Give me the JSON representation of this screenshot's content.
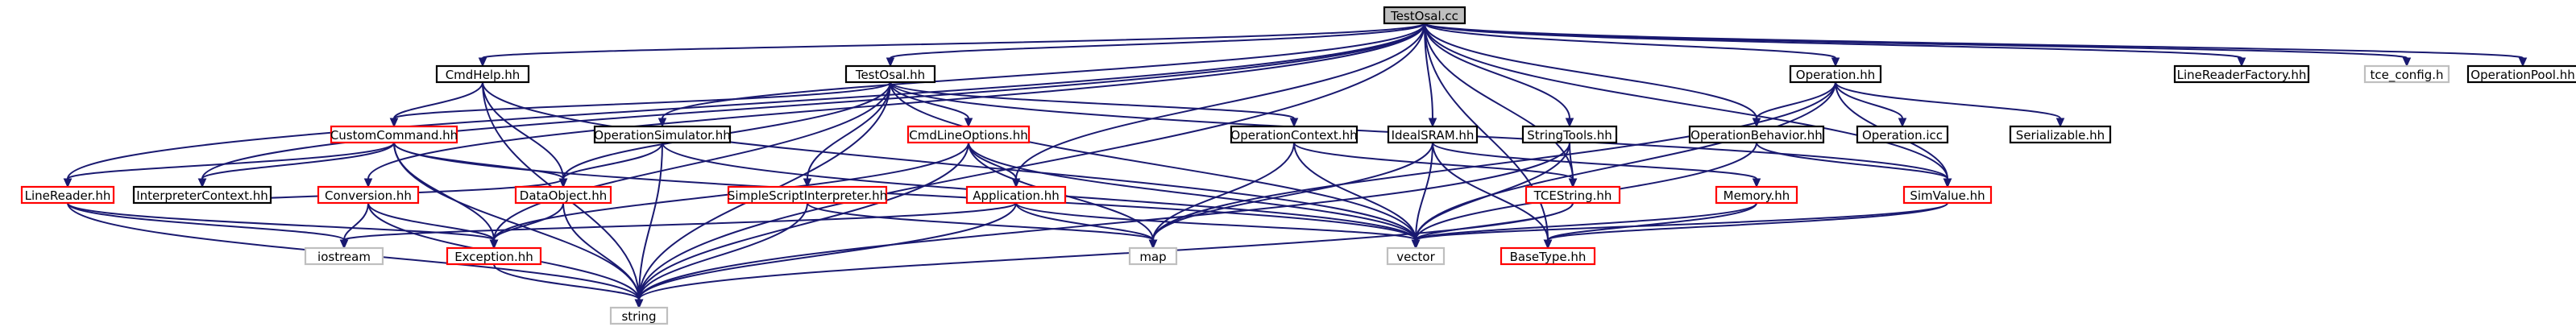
{
  "colors": {
    "edge": "#191970",
    "root_fill": "#bfbfbf",
    "normal_border": "#000000",
    "truncated_border": "#ff0000",
    "external_border": "#bfbfbf"
  },
  "nodes": [
    {
      "id": "TestOsal_cc",
      "label": "TestOsal.cc",
      "kind": "root"
    },
    {
      "id": "CmdHelp_hh",
      "label": "CmdHelp.hh",
      "kind": "normal"
    },
    {
      "id": "TestOsal_hh",
      "label": "TestOsal.hh",
      "kind": "normal"
    },
    {
      "id": "Operation_hh",
      "label": "Operation.hh",
      "kind": "normal"
    },
    {
      "id": "LineReaderFactory_hh",
      "label": "LineReaderFactory.hh",
      "kind": "normal"
    },
    {
      "id": "tce_config_h",
      "label": "tce_config.h",
      "kind": "external"
    },
    {
      "id": "OperationPool_hh",
      "label": "OperationPool.hh",
      "kind": "normal"
    },
    {
      "id": "CustomCommand_hh",
      "label": "CustomCommand.hh",
      "kind": "truncated"
    },
    {
      "id": "OperationSimulator_hh",
      "label": "OperationSimulator.hh",
      "kind": "normal"
    },
    {
      "id": "CmdLineOptions_hh",
      "label": "CmdLineOptions.hh",
      "kind": "truncated"
    },
    {
      "id": "OperationContext_hh",
      "label": "OperationContext.hh",
      "kind": "normal"
    },
    {
      "id": "IdealSRAM_hh",
      "label": "IdealSRAM.hh",
      "kind": "normal"
    },
    {
      "id": "StringTools_hh",
      "label": "StringTools.hh",
      "kind": "normal"
    },
    {
      "id": "OperationBehavior_hh",
      "label": "OperationBehavior.hh",
      "kind": "normal"
    },
    {
      "id": "Operation_icc",
      "label": "Operation.icc",
      "kind": "normal"
    },
    {
      "id": "Serializable_hh",
      "label": "Serializable.hh",
      "kind": "normal"
    },
    {
      "id": "LineReader_hh",
      "label": "LineReader.hh",
      "kind": "truncated"
    },
    {
      "id": "InterpreterContext_hh",
      "label": "InterpreterContext.hh",
      "kind": "normal"
    },
    {
      "id": "Conversion_hh",
      "label": "Conversion.hh",
      "kind": "truncated"
    },
    {
      "id": "DataObject_hh",
      "label": "DataObject.hh",
      "kind": "truncated"
    },
    {
      "id": "SimpleScriptInterpreter_hh",
      "label": "SimpleScriptInterpreter.hh",
      "kind": "truncated"
    },
    {
      "id": "Application_hh",
      "label": "Application.hh",
      "kind": "truncated"
    },
    {
      "id": "TCEString_hh",
      "label": "TCEString.hh",
      "kind": "truncated"
    },
    {
      "id": "Memory_hh",
      "label": "Memory.hh",
      "kind": "truncated"
    },
    {
      "id": "SimValue_hh",
      "label": "SimValue.hh",
      "kind": "truncated"
    },
    {
      "id": "iostream",
      "label": "iostream",
      "kind": "external"
    },
    {
      "id": "Exception_hh",
      "label": "Exception.hh",
      "kind": "truncated"
    },
    {
      "id": "map",
      "label": "map",
      "kind": "external"
    },
    {
      "id": "vector",
      "label": "vector",
      "kind": "external"
    },
    {
      "id": "BaseType_hh",
      "label": "BaseType.hh",
      "kind": "truncated"
    },
    {
      "id": "string",
      "label": "string",
      "kind": "external"
    }
  ],
  "edges": [
    [
      "TestOsal_cc",
      "CmdHelp_hh"
    ],
    [
      "TestOsal_cc",
      "TestOsal_hh"
    ],
    [
      "TestOsal_cc",
      "Operation_hh"
    ],
    [
      "TestOsal_cc",
      "LineReaderFactory_hh"
    ],
    [
      "TestOsal_cc",
      "tce_config_h"
    ],
    [
      "TestOsal_cc",
      "OperationPool_hh"
    ],
    [
      "TestOsal_cc",
      "OperationSimulator_hh"
    ],
    [
      "TestOsal_cc",
      "IdealSRAM_hh"
    ],
    [
      "TestOsal_cc",
      "StringTools_hh"
    ],
    [
      "TestOsal_cc",
      "OperationBehavior_hh"
    ],
    [
      "TestOsal_cc",
      "Application_hh"
    ],
    [
      "TestOsal_cc",
      "TCEString_hh"
    ],
    [
      "TestOsal_cc",
      "SimValue_hh"
    ],
    [
      "TestOsal_cc",
      "LineReader_hh"
    ],
    [
      "TestOsal_cc",
      "InterpreterContext_hh"
    ],
    [
      "TestOsal_cc",
      "Conversion_hh"
    ],
    [
      "TestOsal_cc",
      "string"
    ],
    [
      "TestOsal_cc",
      "BaseType_hh"
    ],
    [
      "CmdHelp_hh",
      "CustomCommand_hh"
    ],
    [
      "CmdHelp_hh",
      "DataObject_hh"
    ],
    [
      "CmdHelp_hh",
      "vector"
    ],
    [
      "CmdHelp_hh",
      "string"
    ],
    [
      "TestOsal_hh",
      "CustomCommand_hh"
    ],
    [
      "TestOsal_hh",
      "CmdLineOptions_hh"
    ],
    [
      "TestOsal_hh",
      "OperationContext_hh"
    ],
    [
      "TestOsal_hh",
      "SimpleScriptInterpreter_hh"
    ],
    [
      "TestOsal_hh",
      "DataObject_hh"
    ],
    [
      "TestOsal_hh",
      "Exception_hh"
    ],
    [
      "TestOsal_hh",
      "string"
    ],
    [
      "TestOsal_hh",
      "vector"
    ],
    [
      "TestOsal_hh",
      "SimValue_hh"
    ],
    [
      "Operation_hh",
      "map"
    ],
    [
      "Operation_hh",
      "OperationBehavior_hh"
    ],
    [
      "Operation_hh",
      "Operation_icc"
    ],
    [
      "Operation_hh",
      "Serializable_hh"
    ],
    [
      "Operation_hh",
      "SimValue_hh"
    ],
    [
      "Operation_hh",
      "vector"
    ],
    [
      "CustomCommand_hh",
      "LineReader_hh"
    ],
    [
      "CustomCommand_hh",
      "InterpreterContext_hh"
    ],
    [
      "CustomCommand_hh",
      "DataObject_hh"
    ],
    [
      "CustomCommand_hh",
      "Exception_hh"
    ],
    [
      "CustomCommand_hh",
      "string"
    ],
    [
      "CustomCommand_hh",
      "vector"
    ],
    [
      "OperationSimulator_hh",
      "DataObject_hh"
    ],
    [
      "OperationSimulator_hh",
      "string"
    ],
    [
      "OperationSimulator_hh",
      "vector"
    ],
    [
      "CmdLineOptions_hh",
      "Application_hh"
    ],
    [
      "CmdLineOptions_hh",
      "Exception_hh"
    ],
    [
      "CmdLineOptions_hh",
      "map"
    ],
    [
      "CmdLineOptions_hh",
      "string"
    ],
    [
      "CmdLineOptions_hh",
      "vector"
    ],
    [
      "OperationContext_hh",
      "map"
    ],
    [
      "OperationContext_hh",
      "vector"
    ],
    [
      "OperationContext_hh",
      "TCEString_hh"
    ],
    [
      "IdealSRAM_hh",
      "map"
    ],
    [
      "IdealSRAM_hh",
      "vector"
    ],
    [
      "IdealSRAM_hh",
      "Memory_hh"
    ],
    [
      "IdealSRAM_hh",
      "BaseType_hh"
    ],
    [
      "StringTools_hh",
      "TCEString_hh"
    ],
    [
      "StringTools_hh",
      "vector"
    ],
    [
      "StringTools_hh",
      "string"
    ],
    [
      "OperationBehavior_hh",
      "SimValue_hh"
    ],
    [
      "OperationBehavior_hh",
      "vector"
    ],
    [
      "LineReader_hh",
      "iostream"
    ],
    [
      "LineReader_hh",
      "string"
    ],
    [
      "LineReader_hh",
      "Exception_hh"
    ],
    [
      "Conversion_hh",
      "iostream"
    ],
    [
      "Conversion_hh",
      "Exception_hh"
    ],
    [
      "Conversion_hh",
      "string"
    ],
    [
      "DataObject_hh",
      "Exception_hh"
    ],
    [
      "DataObject_hh",
      "string"
    ],
    [
      "SimpleScriptInterpreter_hh",
      "string"
    ],
    [
      "SimpleScriptInterpreter_hh",
      "map"
    ],
    [
      "Application_hh",
      "iostream"
    ],
    [
      "Application_hh",
      "map"
    ],
    [
      "Application_hh",
      "vector"
    ],
    [
      "Application_hh",
      "string"
    ],
    [
      "TCEString_hh",
      "string"
    ],
    [
      "TCEString_hh",
      "vector"
    ],
    [
      "Memory_hh",
      "vector"
    ],
    [
      "Memory_hh",
      "BaseType_hh"
    ],
    [
      "SimValue_hh",
      "vector"
    ],
    [
      "SimValue_hh",
      "BaseType_hh"
    ],
    [
      "Exception_hh",
      "string"
    ],
    [
      "InterpreterContext_hh",
      "DataObject_hh"
    ]
  ]
}
